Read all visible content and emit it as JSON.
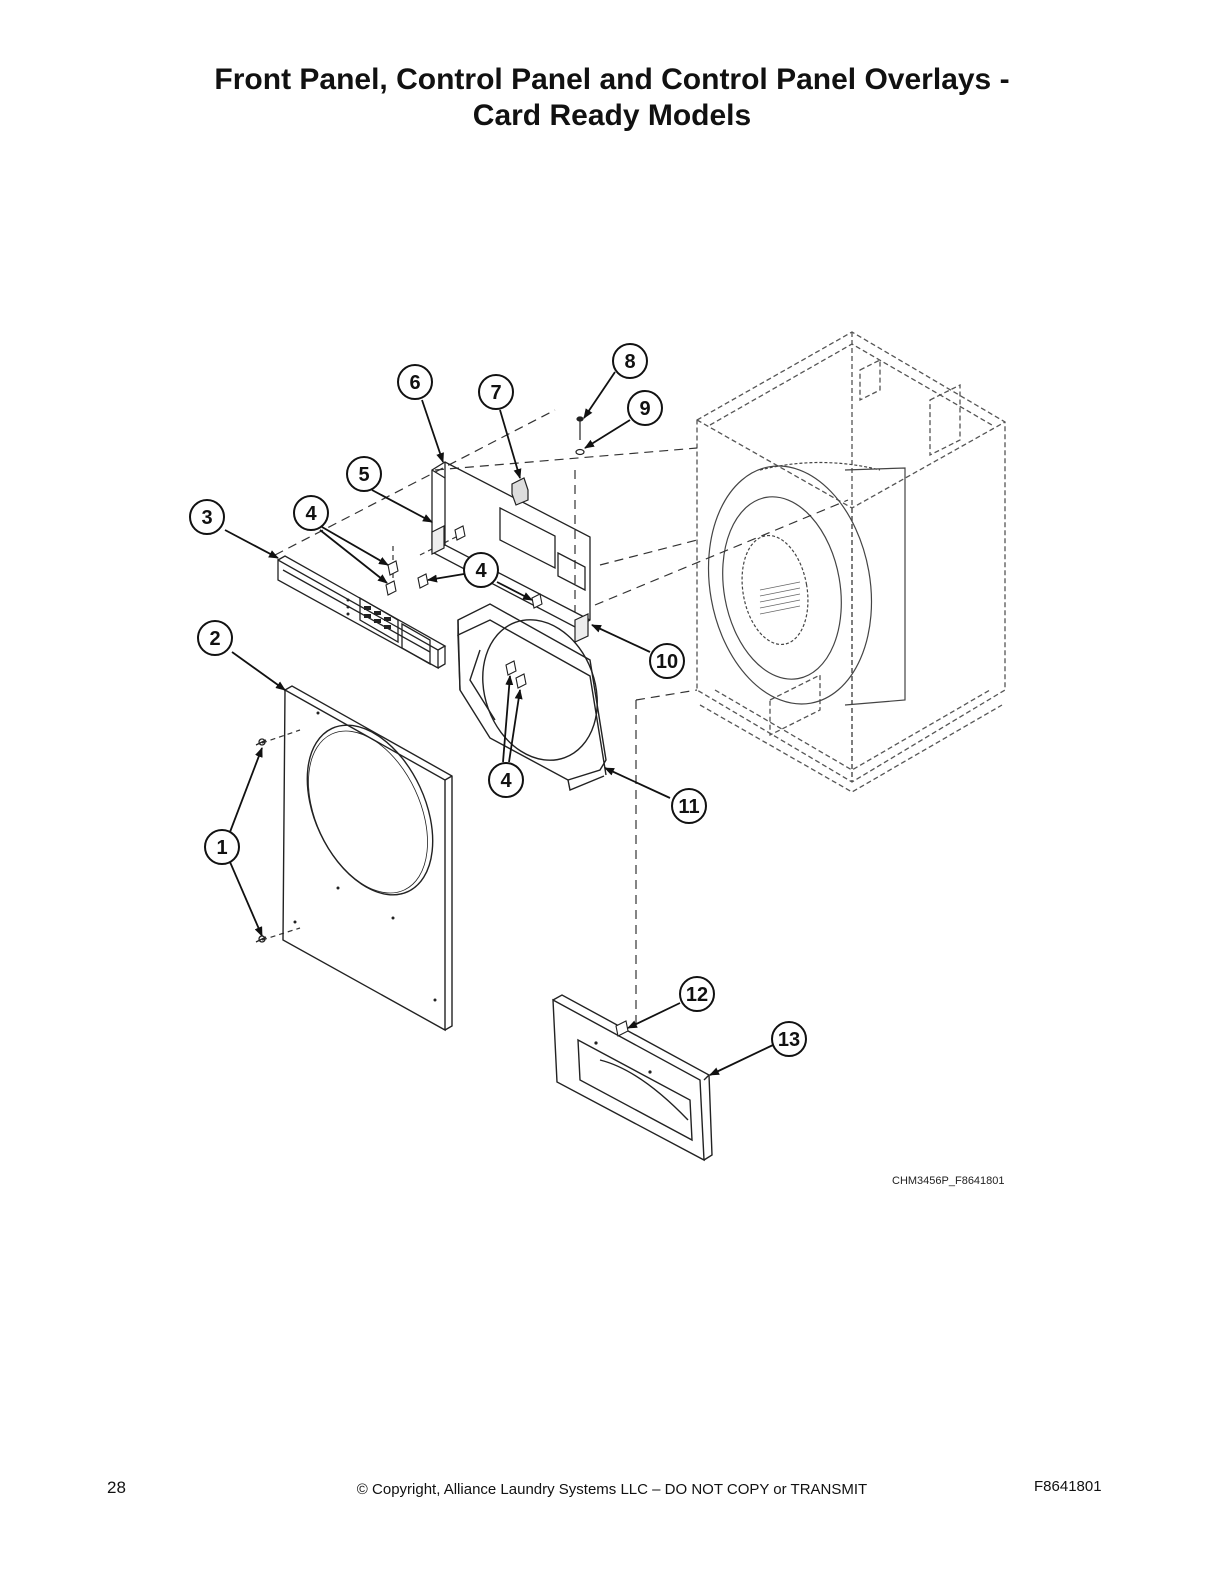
{
  "title": {
    "line1": "Front Panel, Control Panel and Control Panel Overlays -",
    "line2": "Card Ready Models"
  },
  "figure_ref": "CHM3456P_F8641801",
  "callouts": [
    "1",
    "2",
    "3",
    "4",
    "5",
    "6",
    "7",
    "8",
    "9",
    "10",
    "11",
    "12",
    "13"
  ],
  "footer": {
    "page_number": "28",
    "copyright": "© Copyright, Alliance Laundry Systems LLC – DO NOT COPY or TRANSMIT",
    "doc_number": "F8641801"
  }
}
